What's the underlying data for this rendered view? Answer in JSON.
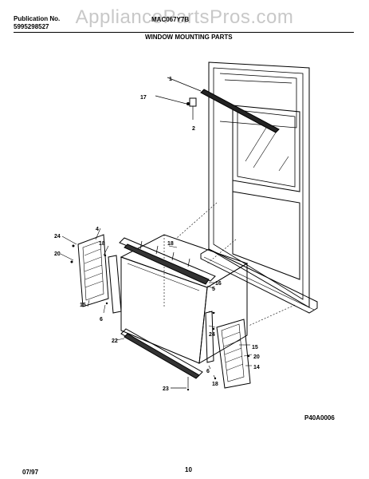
{
  "header": {
    "publication_label": "Publication No.",
    "publication_number": "5995298527",
    "model": "MAC067Y7B",
    "section_title": "WINDOW MOUNTING PARTS"
  },
  "watermark": "AppliancePartsPros.com",
  "diagram": {
    "code": "P40A0006",
    "callouts": [
      "1",
      "2",
      "4",
      "5",
      "6",
      "6",
      "14",
      "15",
      "15",
      "16",
      "17",
      "18",
      "18",
      "18",
      "20",
      "20",
      "22",
      "23",
      "24",
      "24"
    ]
  },
  "footer": {
    "date": "07/97",
    "page": "10"
  }
}
